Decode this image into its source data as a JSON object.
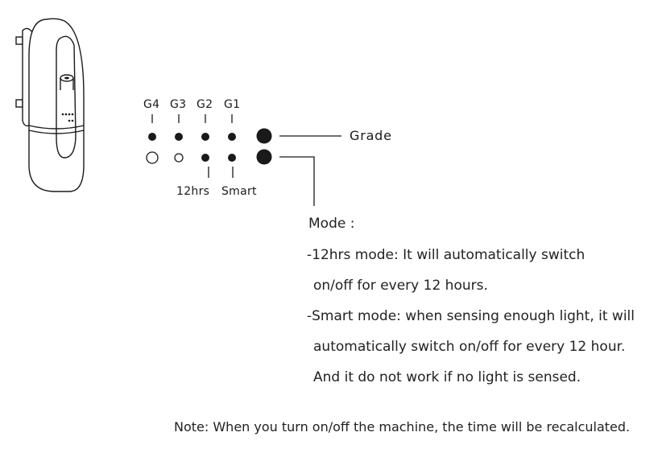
{
  "grade_indicators": [
    "G4",
    "G3",
    "G2",
    "G1"
  ],
  "grade_label": "Grade",
  "mode_indicators": [
    "12hrs",
    "Smart"
  ],
  "mode_heading": "Mode :",
  "mode_lines": [
    "-12hrs mode: It will automatically switch",
    "on/off for every 12 hours.",
    "-Smart mode: when sensing enough light, it will",
    "automatically switch on/off for every 12 hour.",
    "And it do not work if no light is sensed."
  ],
  "note": "Note: When you turn on/off the machine, the time will be recalculated.",
  "colors": {
    "ink": "#1a1a1a",
    "background": "#ffffff"
  }
}
